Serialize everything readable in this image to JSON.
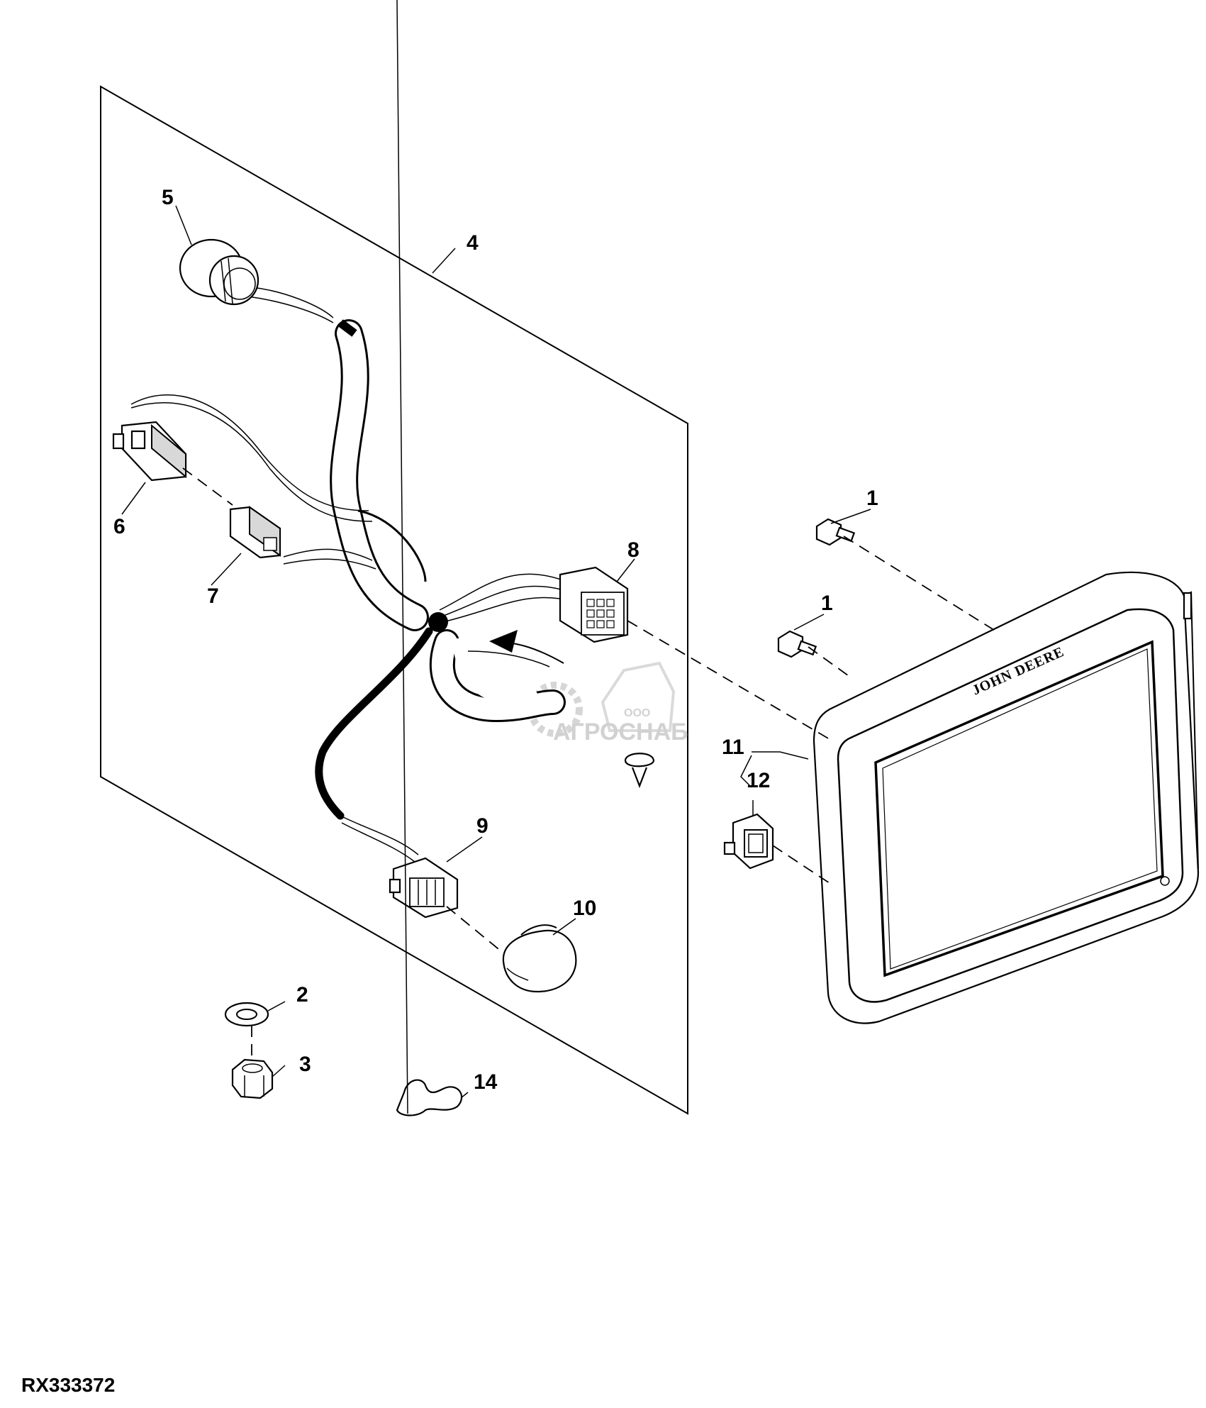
{
  "drawing_code": "RX333372",
  "brand_mark": "JOHN DEERE",
  "watermark": {
    "small": "ООО",
    "name": "АГРОСНАБ"
  },
  "callouts": [
    {
      "id": "c1a",
      "text": "1"
    },
    {
      "id": "c1b",
      "text": "1"
    },
    {
      "id": "c2",
      "text": "2"
    },
    {
      "id": "c3",
      "text": "3"
    },
    {
      "id": "c4",
      "text": "4"
    },
    {
      "id": "c5",
      "text": "5"
    },
    {
      "id": "c6",
      "text": "6"
    },
    {
      "id": "c7",
      "text": "7"
    },
    {
      "id": "c8",
      "text": "8"
    },
    {
      "id": "c9",
      "text": "9"
    },
    {
      "id": "c10",
      "text": "10"
    },
    {
      "id": "c11",
      "text": "11"
    },
    {
      "id": "c12",
      "text": "12"
    },
    {
      "id": "c14",
      "text": "14"
    }
  ]
}
